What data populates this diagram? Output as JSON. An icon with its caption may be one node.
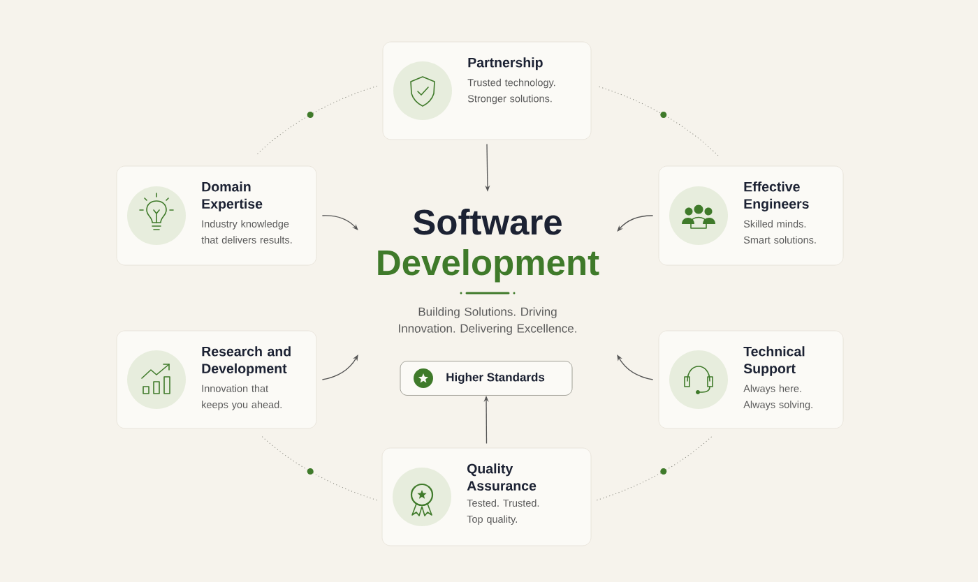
{
  "diagram": {
    "nodes": [
      {
        "text": [
          "Partnership",
          "Trusted technology. Stronger solutions."
        ]
      },
      {
        "text": [
          "Domain Expertise",
          "Industry knowledge that delivers results."
        ]
      },
      {
        "text": [
          "Effective Engineers",
          "Skilled minds. Smart solutions."
        ]
      },
      {
        "text": [
          "Software",
          "Development",
          "Building Solutions. Driving Innovation. Delivering Excellence."
        ]
      },
      {
        "text": [
          "Research and Development",
          "Innovation that keeps you ahead."
        ]
      },
      {
        "text": [
          "Technical Support",
          "Always here. Always solving."
        ]
      },
      {
        "text": [
          "Higher Standards"
        ]
      },
      {
        "text": [
          "Quality Assurance",
          "Tested. Trusted. Top quality."
        ]
      }
    ],
    "edges": [
      {
        "from": 0,
        "to": 3,
        "arrow": "to"
      },
      {
        "from": 1,
        "to": 3,
        "arrow": "to"
      },
      {
        "from": 2,
        "to": 3,
        "arrow": "to"
      },
      {
        "from": 4,
        "to": 3,
        "arrow": "to"
      },
      {
        "from": 5,
        "to": 3,
        "arrow": "to"
      },
      {
        "from": 7,
        "to": 6,
        "arrow": "to"
      }
    ]
  }
}
